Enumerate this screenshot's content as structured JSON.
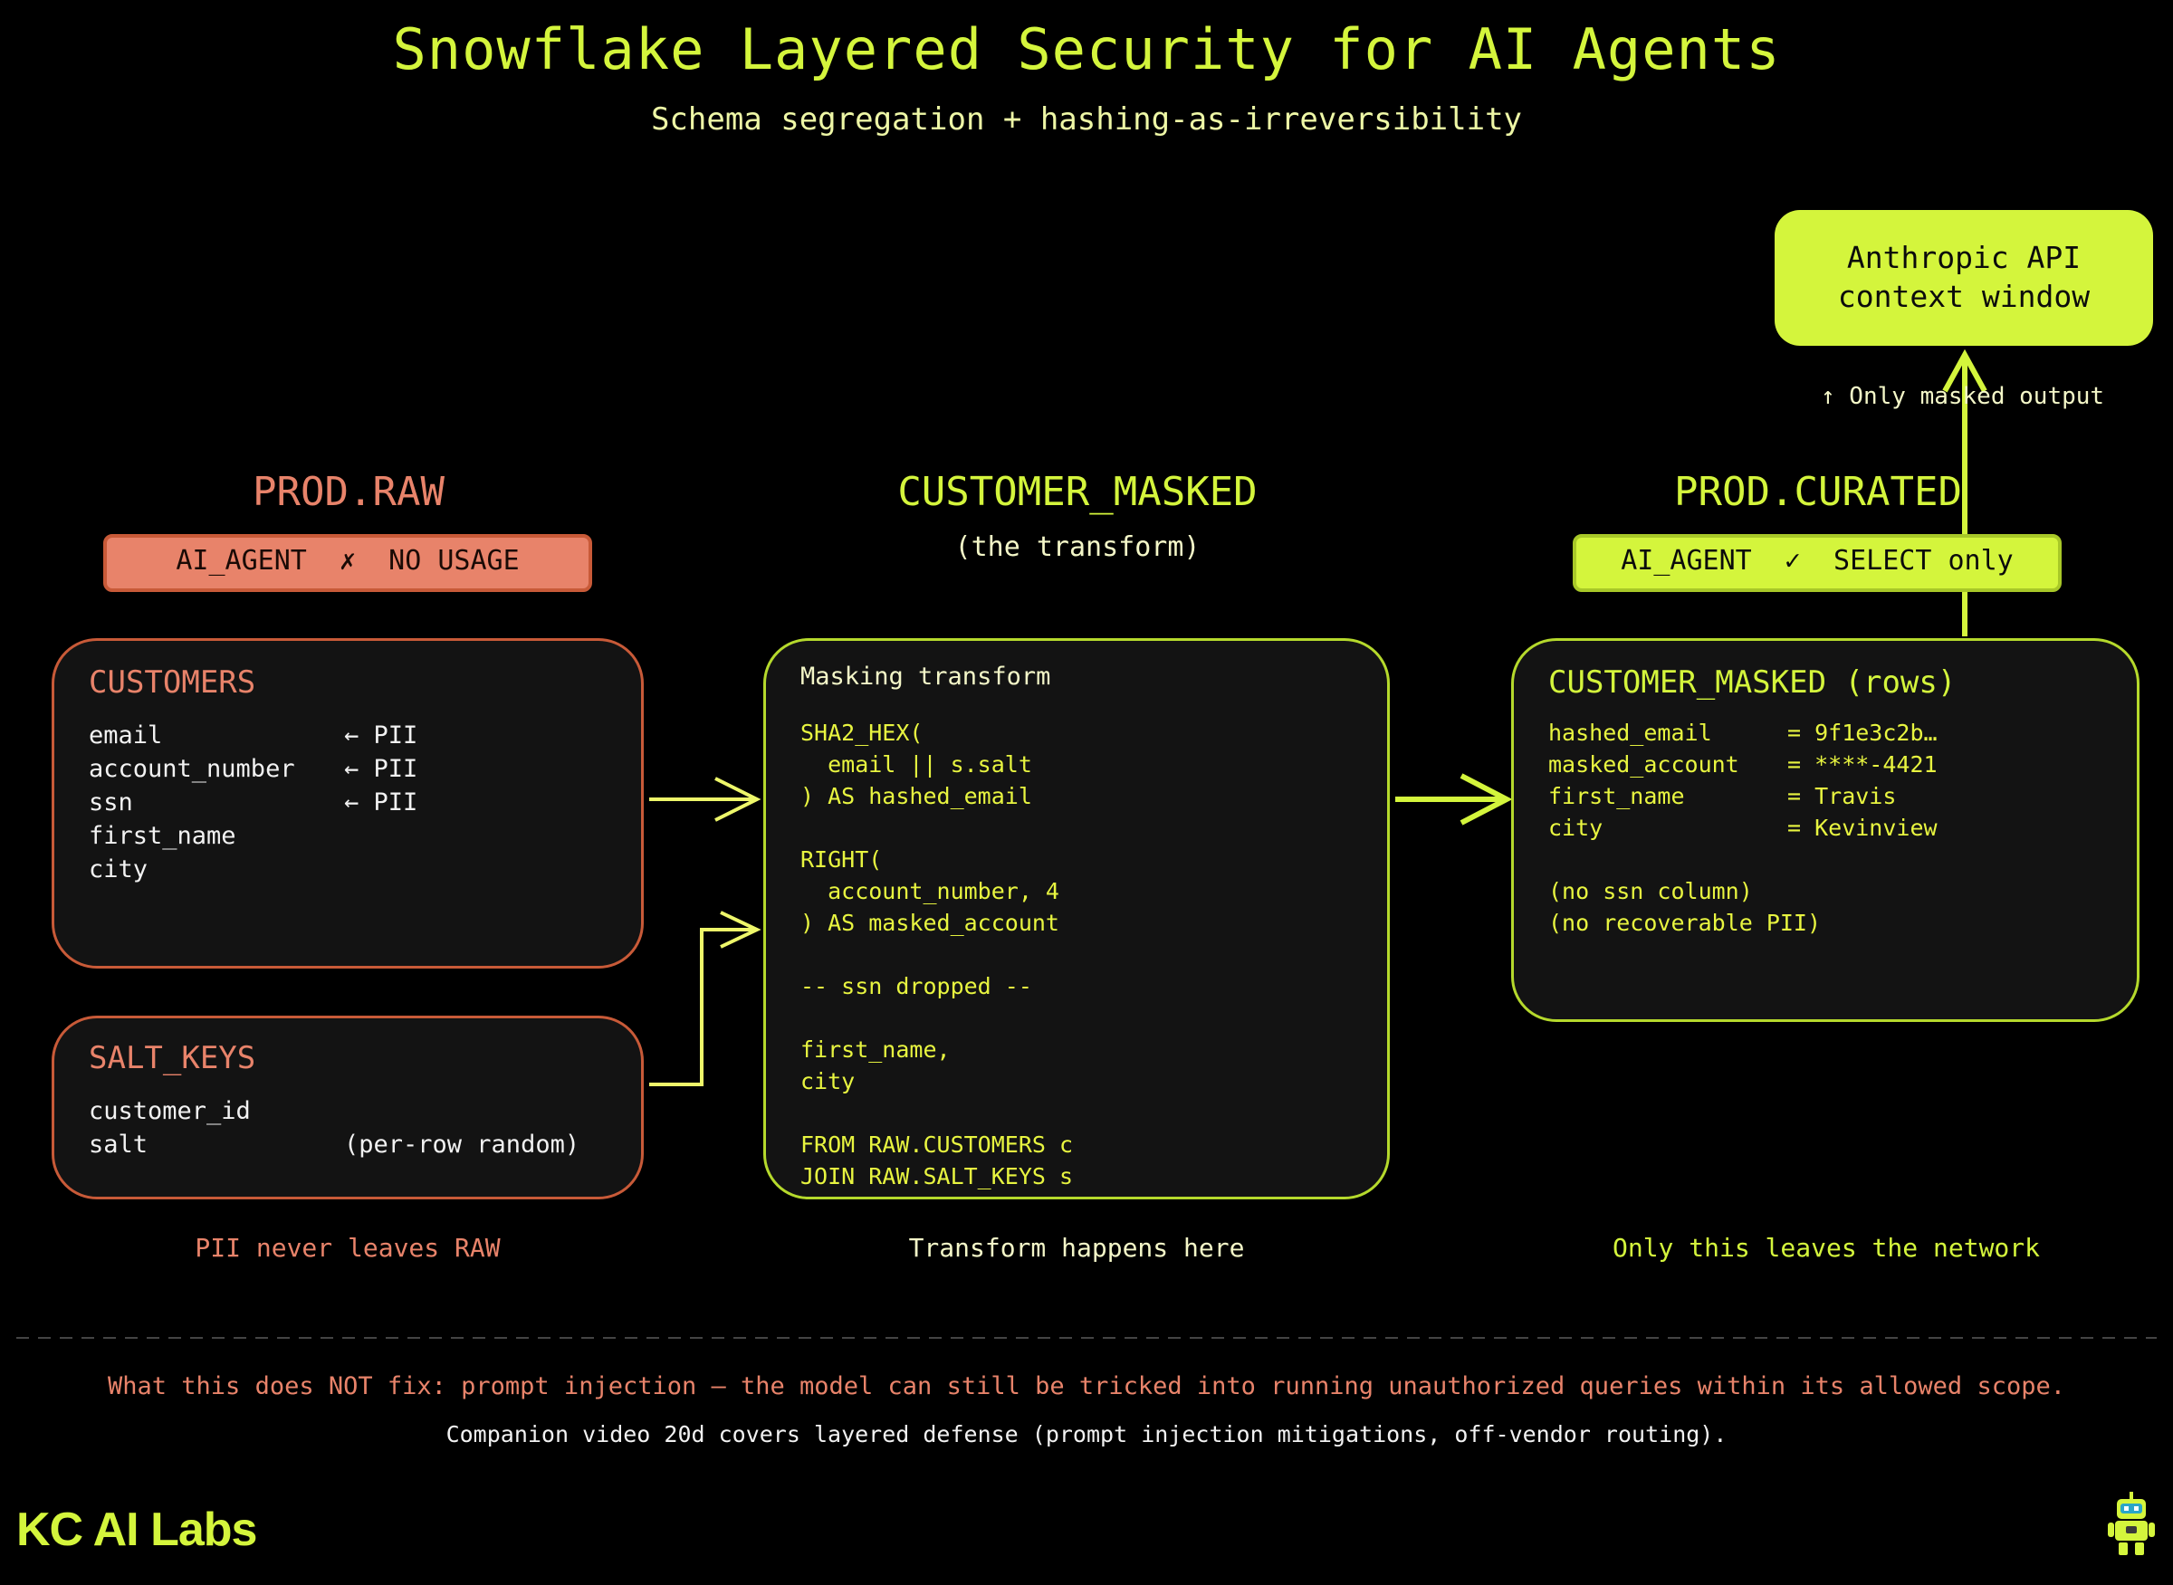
{
  "title": "Snowflake Layered Security for AI Agents",
  "subtitle": "Schema segregation + hashing-as-irreversibility",
  "raw": {
    "schema": "PROD.RAW",
    "pill": "AI_AGENT  ✗  NO USAGE",
    "customers": {
      "title": "CUSTOMERS",
      "rows": [
        {
          "col": "email",
          "note": "← PII"
        },
        {
          "col": "account_number",
          "note": "← PII"
        },
        {
          "col": "ssn",
          "note": "← PII"
        },
        {
          "col": "first_name",
          "note": ""
        },
        {
          "col": "city",
          "note": ""
        }
      ]
    },
    "salt_keys": {
      "title": "SALT_KEYS",
      "rows": [
        {
          "col": "customer_id",
          "note": ""
        },
        {
          "col": "salt",
          "note": "(per-row random)"
        }
      ]
    },
    "footer": "PII never leaves RAW"
  },
  "transform": {
    "schema": "CUSTOMER_MASKED",
    "subtitle": "(the transform)",
    "box_title": "Masking transform",
    "code": [
      "SHA2_HEX(",
      "  email || s.salt",
      ") AS hashed_email",
      "",
      "RIGHT(",
      "  account_number, 4",
      ") AS masked_account",
      "",
      "-- ssn dropped --",
      "",
      "first_name,",
      "city",
      "",
      "FROM RAW.CUSTOMERS c",
      "JOIN RAW.SALT_KEYS s"
    ],
    "footer": "Transform happens here"
  },
  "curated": {
    "schema": "PROD.CURATED",
    "pill": "AI_AGENT  ✓  SELECT only",
    "box_title": "CUSTOMER_MASKED (rows)",
    "rows": [
      {
        "col": "hashed_email",
        "val": "= 9f1e3c2b…"
      },
      {
        "col": "masked_account",
        "val": "= ****-4421"
      },
      {
        "col": "first_name",
        "val": "= Travis"
      },
      {
        "col": "city",
        "val": "= Kevinview"
      }
    ],
    "notes": [
      "(no ssn column)",
      "(no recoverable PII)"
    ],
    "footer": "Only this leaves the network"
  },
  "api": {
    "label_line1": "Anthropic API",
    "label_line2": "context window",
    "arrow_label": "↑ Only masked output"
  },
  "warning": {
    "line1": "What this does NOT fix:  prompt injection — the model can still be tricked into running unauthorized queries within its allowed scope.",
    "line2": "Companion video 20d covers layered defense (prompt injection mitigations, off-vendor routing)."
  },
  "brand": "KC AI Labs",
  "colors": {
    "lime": "#d4f53c",
    "raw": "#e8836a",
    "raw_border": "#c85a38",
    "background": "#000000"
  }
}
